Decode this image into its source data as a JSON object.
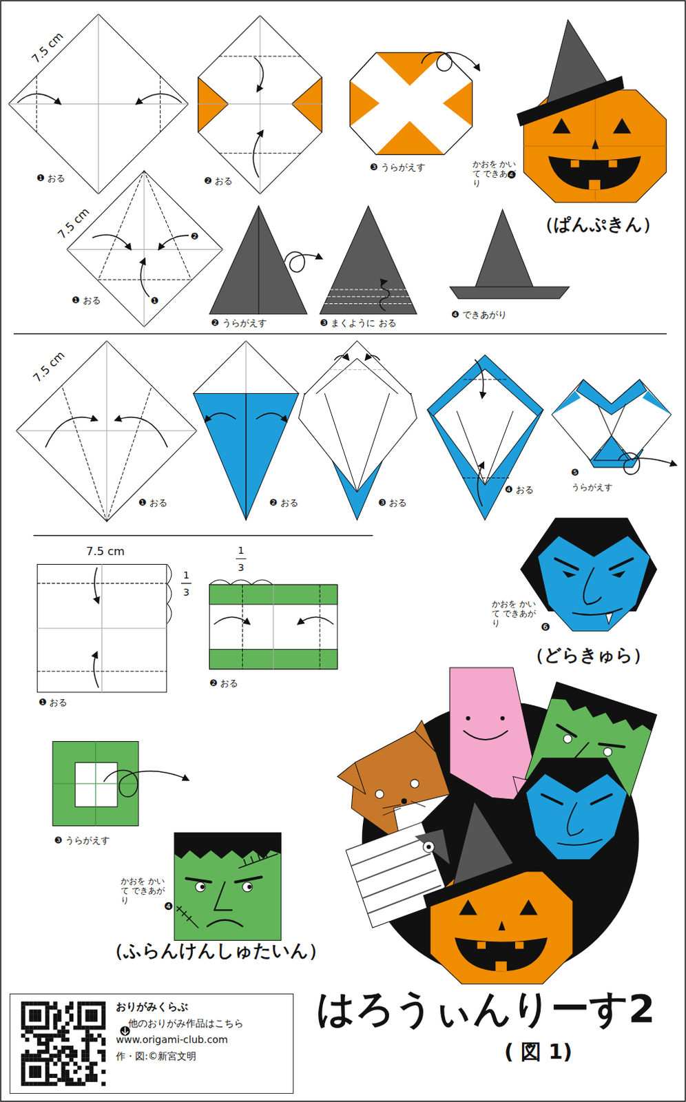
{
  "diagram": {
    "title": "はろうぃんりーす2",
    "caption": "( 図 1)",
    "nodes": [
      {
        "text": [
          "おりがみくらぶ",
          "他のおりがみ作品はこちら",
          "www.origami-club.com",
          "作・図:©新宮文明"
        ]
      }
    ],
    "labels": [
      "7.5 cm",
      "❶ おる",
      "❷ おる",
      "❸ うらがえす",
      "かおを かいて できあがり",
      "❹",
      "（ぱんぷきん）",
      "7.5 cm",
      "❶",
      "❷",
      "❶ おる",
      "❷ うらがえす",
      "❸ まくように おる",
      "❹ できあがり",
      "7.5 cm",
      "❶ おる",
      "❷ おる",
      "❸ おる",
      "❹ おる",
      "❺",
      "うらがえす",
      "かおを かいて できあがり",
      "❻",
      "（どらきゅら）",
      "7.5 cm",
      "1",
      "3",
      "1",
      "3",
      "❶ おる",
      "❷ おる",
      "❸ うらがえす",
      "かおを かいて できあがり",
      "❹",
      "（ふらんけんしゅたいん）"
    ]
  }
}
